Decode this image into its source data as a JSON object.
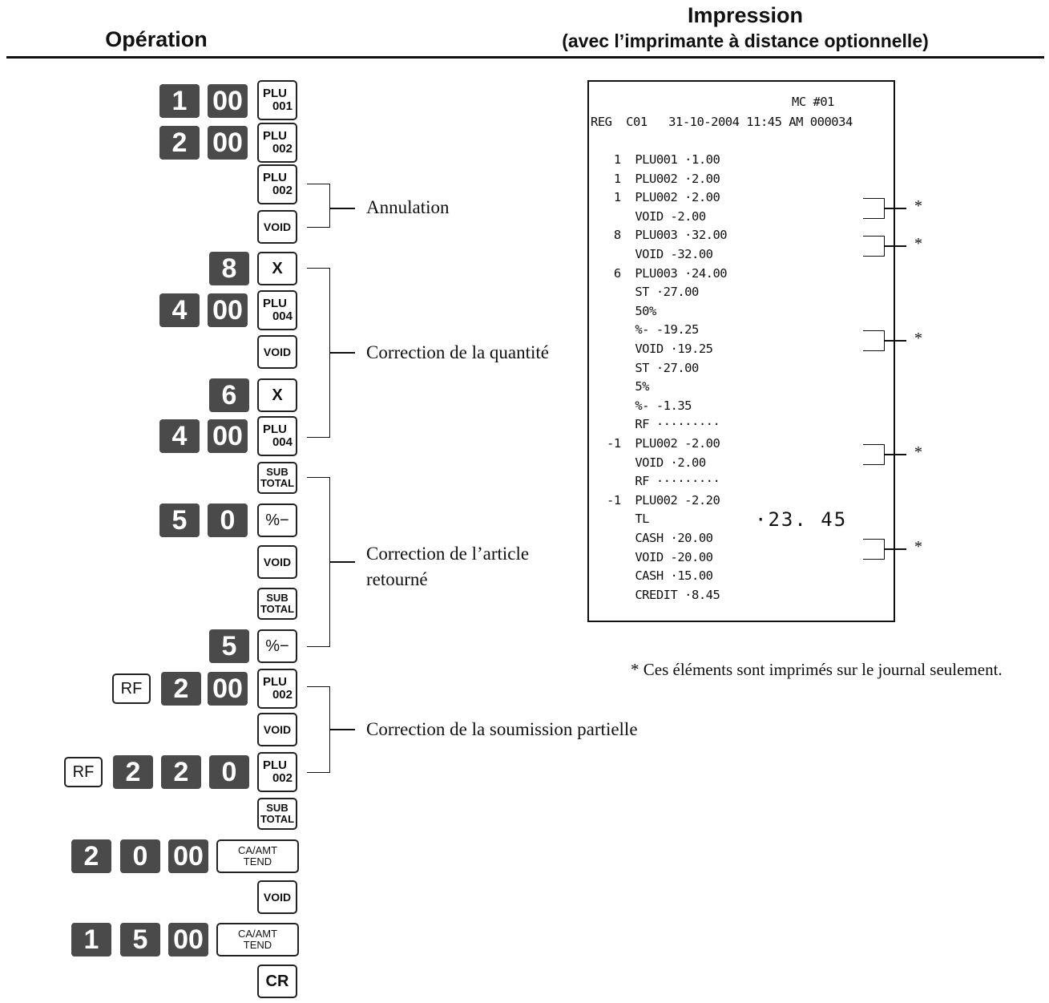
{
  "headers": {
    "operation": "Opération",
    "impression_title": "Impression",
    "impression_subtitle": "(avec l’imprimante à distance optionnelle)"
  },
  "keys": {
    "plu_top": "PLU",
    "plu_001": "001",
    "plu_002": "002",
    "plu_004": "004",
    "void": "VOID",
    "x": "X",
    "sub": "SUB",
    "total": "TOTAL",
    "pct_minus": "%−",
    "rf": "RF",
    "ca_amt": "CA/AMT",
    "tend": "TEND",
    "cr": "CR",
    "n0": "0",
    "n1": "1",
    "n2": "2",
    "n4": "4",
    "n5": "5",
    "n6": "6",
    "n8": "8",
    "n00": "00"
  },
  "annotations": {
    "annulation": "Annulation",
    "qty": "Correction de la quantité",
    "returned_1": "Correction de l’article",
    "returned_2": "retourné",
    "partial": "Correction de la soumission partielle"
  },
  "receipt": {
    "mc": "MC #01",
    "header_line": "REG  C01   31-10-2004 11:45 AM 000034",
    "lines": [
      " 1  PLU001 ·1.00",
      " 1  PLU002 ·2.00",
      " 1  PLU002 ·2.00",
      "    VOID -2.00",
      " 8  PLU003 ·32.00",
      "    VOID -32.00",
      " 6  PLU003 ·24.00",
      "    ST ·27.00",
      "    50%",
      "    %- -19.25",
      "    VOID ·19.25",
      "    ST ·27.00",
      "    5%",
      "    %- -1.35",
      "    RF ·········",
      "-1  PLU002 -2.00",
      "    VOID ·2.00",
      "    RF ·········",
      "-1  PLU002 -2.20",
      "    TL",
      "    CASH ·20.00",
      "    VOID -20.00",
      "    CASH ·15.00",
      "    CREDIT ·8.45"
    ],
    "total_amount": "·23. 45",
    "star": "*"
  },
  "note": "* Ces éléments sont imprimés sur le journal seulement."
}
